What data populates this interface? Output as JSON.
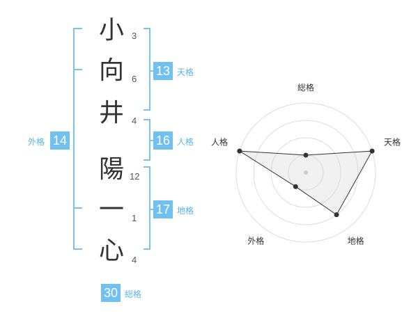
{
  "name": {
    "chars": [
      {
        "char": "小",
        "strokes": "3"
      },
      {
        "char": "向",
        "strokes": "6"
      },
      {
        "char": "井",
        "strokes": "4"
      },
      {
        "char": "陽",
        "strokes": "12"
      },
      {
        "char": "一",
        "strokes": "1"
      },
      {
        "char": "心",
        "strokes": "4"
      }
    ]
  },
  "fortune": {
    "tenkaku": {
      "label": "天格",
      "value": "13"
    },
    "jinkaku": {
      "label": "人格",
      "value": "16"
    },
    "chikaku": {
      "label": "地格",
      "value": "17"
    },
    "gaikaku": {
      "label": "外格",
      "value": "14"
    },
    "soukaku": {
      "label": "総格",
      "value": "30"
    }
  },
  "colors": {
    "accent": "#70c0f0",
    "bracket": "#78c4f0",
    "label": "#5ab4e6"
  },
  "chart_data": {
    "type": "radar",
    "axes": [
      "総格",
      "天格",
      "地格",
      "外格",
      "人格"
    ],
    "values": [
      1,
      4,
      3,
      1,
      4
    ],
    "max": 4
  }
}
